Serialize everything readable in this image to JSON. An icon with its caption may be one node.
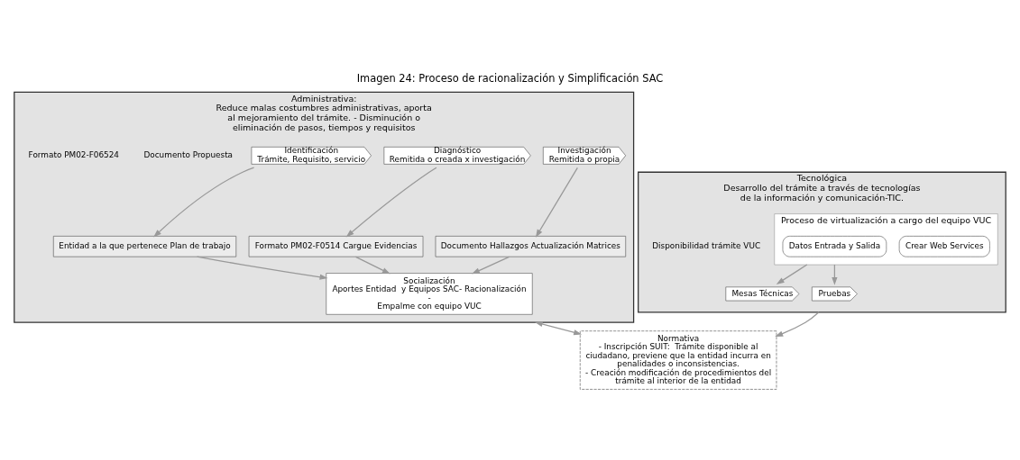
{
  "diagram": {
    "title": "Imagen 24: Proceso de racionalización y Simplificación SAC",
    "nodes": [
      {
        "text": [
          "Administrativa:",
          "Reduce malas costumbres administrativas, aporta al mejoramiento del trámite. - Disminución o eliminación de pasos, tiempos y requisitos"
        ]
      },
      {
        "text": [
          "Identificación",
          "Trámite, Requisito, servicio"
        ],
        "in": 0
      },
      {
        "text": [
          "Diagnóstico",
          "Remitida o creada x investigación"
        ],
        "in": 0
      },
      {
        "text": [
          "Investigación",
          "Remitida o propia"
        ],
        "in": 0
      },
      {
        "text": [
          "Entidad a la que pertenece Plan de trabajo"
        ],
        "in": 0
      },
      {
        "text": [
          "Formato PM02-F0514 Cargue Evidencias"
        ],
        "in": 0
      },
      {
        "text": [
          "Documento Hallazgos Actualización Matrices"
        ],
        "in": 0
      },
      {
        "text": [
          "Socialización",
          "Aportes Entidad  y Equipos SAC- Racionalización -",
          "Empalme con equipo VUC"
        ],
        "in": 0
      },
      {
        "text": [
          "Tecnológica",
          "Desarrollo del trámite a través de tecnologías de la información y comunicación-TIC."
        ]
      },
      {
        "text": [
          "Proceso de virtualización a cargo del equipo VUC"
        ],
        "in": 8
      },
      {
        "text": [
          "Crear Web Services"
        ],
        "in": 9
      },
      {
        "text": [
          "Datos Entrada y Salida"
        ],
        "in": 9
      },
      {
        "text": [
          "Mesas Técnicas"
        ],
        "in": 8
      },
      {
        "text": [
          "Pruebas"
        ],
        "in": 8
      },
      {
        "text": [
          "Normativa",
          "- Inscripción SUIT:  Trámite disponible al ciudadano, previene que la entidad incurra en penalidades o inconsistencias.",
          "- Creación modificación de procedimientos del trámite al interior de la entidad"
        ]
      }
    ],
    "edges": [
      {
        "from": 1,
        "to": 4,
        "arrow": "to"
      },
      {
        "from": 2,
        "to": 5,
        "arrow": "to"
      },
      {
        "from": 3,
        "to": 6,
        "arrow": "to"
      },
      {
        "from": 4,
        "to": 7,
        "arrow": "to"
      },
      {
        "from": 5,
        "to": 7,
        "arrow": "to"
      },
      {
        "from": 6,
        "to": 7,
        "arrow": "to"
      },
      {
        "from": 9,
        "to": 12,
        "arrow": "to"
      },
      {
        "from": 9,
        "to": 13,
        "arrow": "to"
      },
      {
        "from": 0,
        "to": 14,
        "arrow": "both"
      },
      {
        "from": 8,
        "to": 14,
        "arrow": "to"
      }
    ],
    "labels": [
      "Documento Propuesta",
      "Formato PM02-F06524",
      "Disponibilidad trámite VUC"
    ]
  }
}
